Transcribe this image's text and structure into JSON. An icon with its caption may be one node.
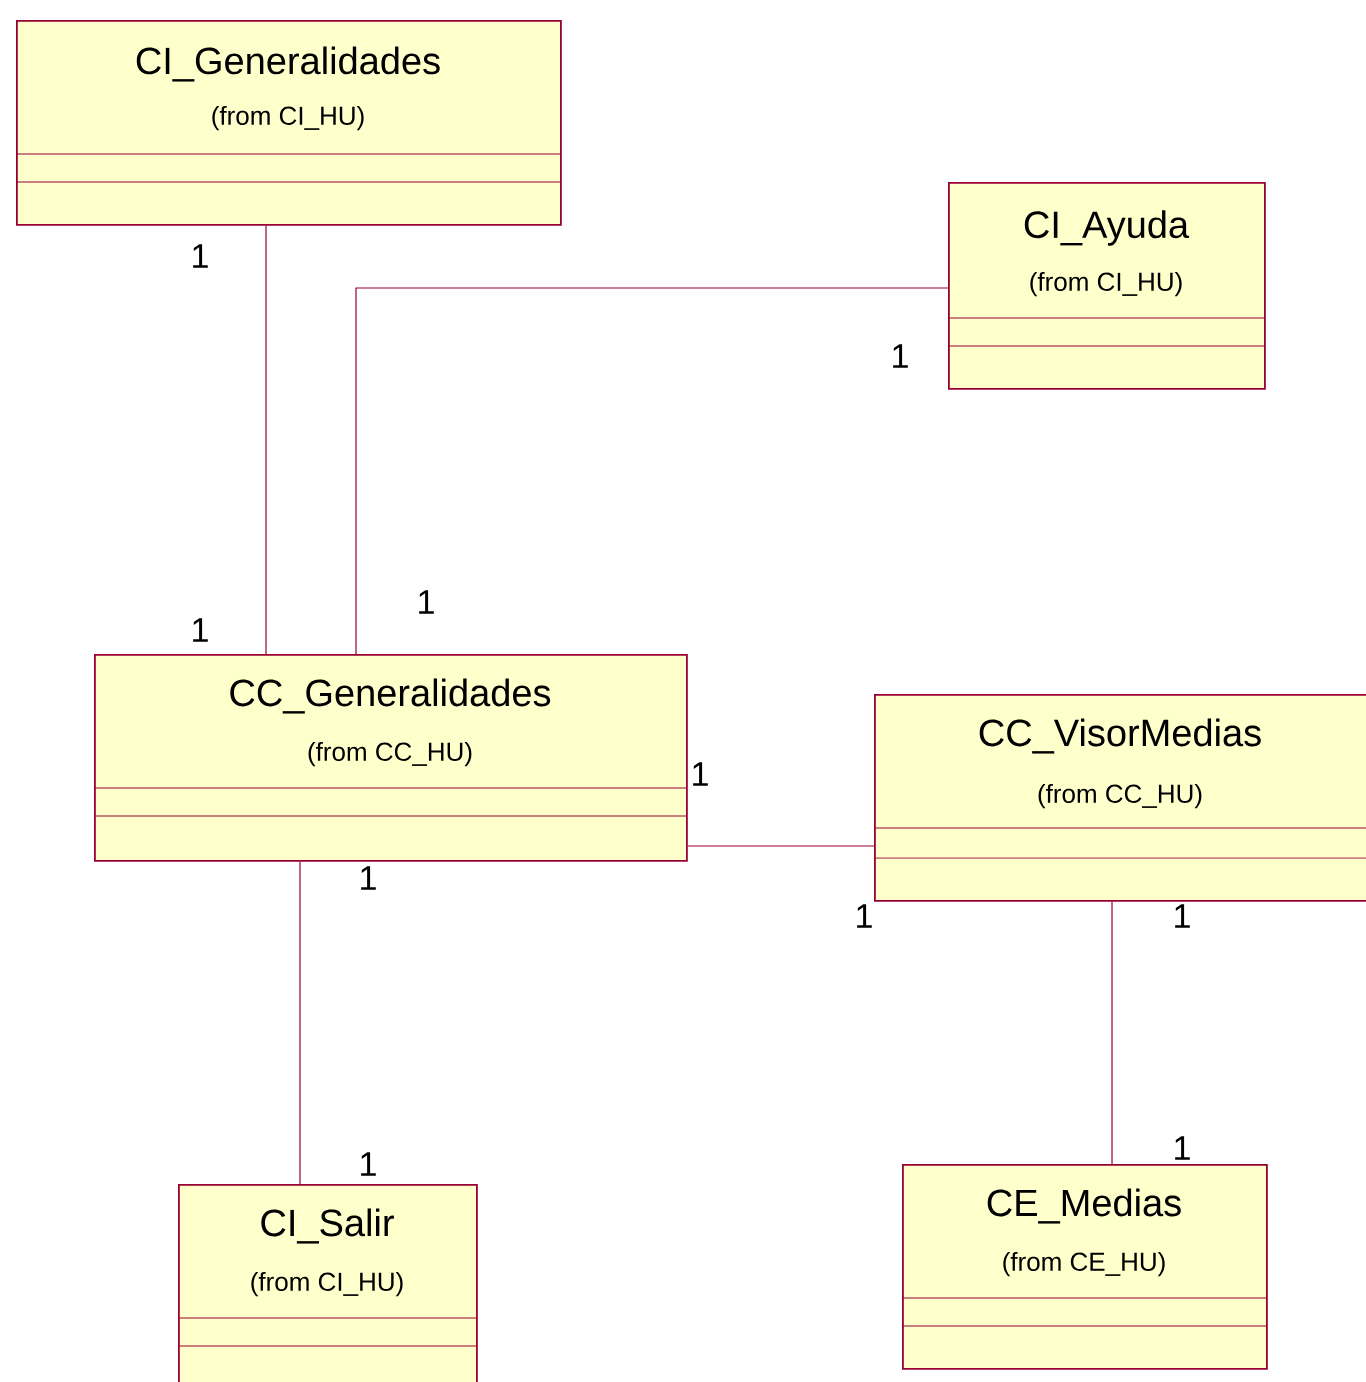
{
  "diagram": {
    "nodes": [
      {
        "text": [
          "CI_Generalidades",
          "(from CI_HU)"
        ]
      },
      {
        "text": [
          "CI_Ayuda",
          "(from CI_HU)"
        ]
      },
      {
        "text": [
          "CC_Generalidades",
          "(from CC_HU)"
        ]
      },
      {
        "text": [
          "CC_VisorMedias",
          "(from CC_HU)"
        ]
      },
      {
        "text": [
          "CI_Salir",
          "(from CI_HU)"
        ]
      },
      {
        "text": [
          "CE_Medias",
          "(from CE_HU)"
        ]
      }
    ],
    "edges": [
      {
        "from": 0,
        "to": 2,
        "arrow": "none"
      },
      {
        "from": 1,
        "to": 2,
        "arrow": "none"
      },
      {
        "from": 2,
        "to": 3,
        "arrow": "none"
      },
      {
        "from": 2,
        "to": 4,
        "arrow": "none"
      },
      {
        "from": 3,
        "to": 5,
        "arrow": "none"
      }
    ],
    "labels": [
      "1",
      "1",
      "1",
      "1",
      "1",
      "1",
      "1",
      "1",
      "1",
      "1"
    ]
  }
}
